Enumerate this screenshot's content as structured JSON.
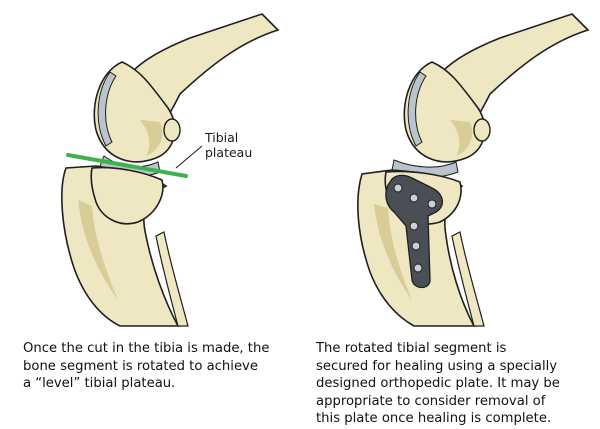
{
  "labels": {
    "tibial_plateau": [
      "Tibial",
      "plateau"
    ]
  },
  "captions": {
    "left": [
      "Once the cut in the tibia is made, the",
      "bone segment is rotated to achieve",
      "a “level” tibial plateau."
    ],
    "right": [
      "The rotated tibial segment is",
      "secured for healing using a specially",
      "designed orthopedic plate. It may be",
      "appropriate to consider removal of",
      "this plate once healing is complete."
    ]
  },
  "colors": {
    "bone": "#efe7c2",
    "bone_shadow": "#d9cd97",
    "outline": "#1f1f1f",
    "cartilage": "#b9c4cc",
    "plateau_line": "#3cb44a",
    "plate": "#4a4f55",
    "screw": "#c9ced3"
  }
}
